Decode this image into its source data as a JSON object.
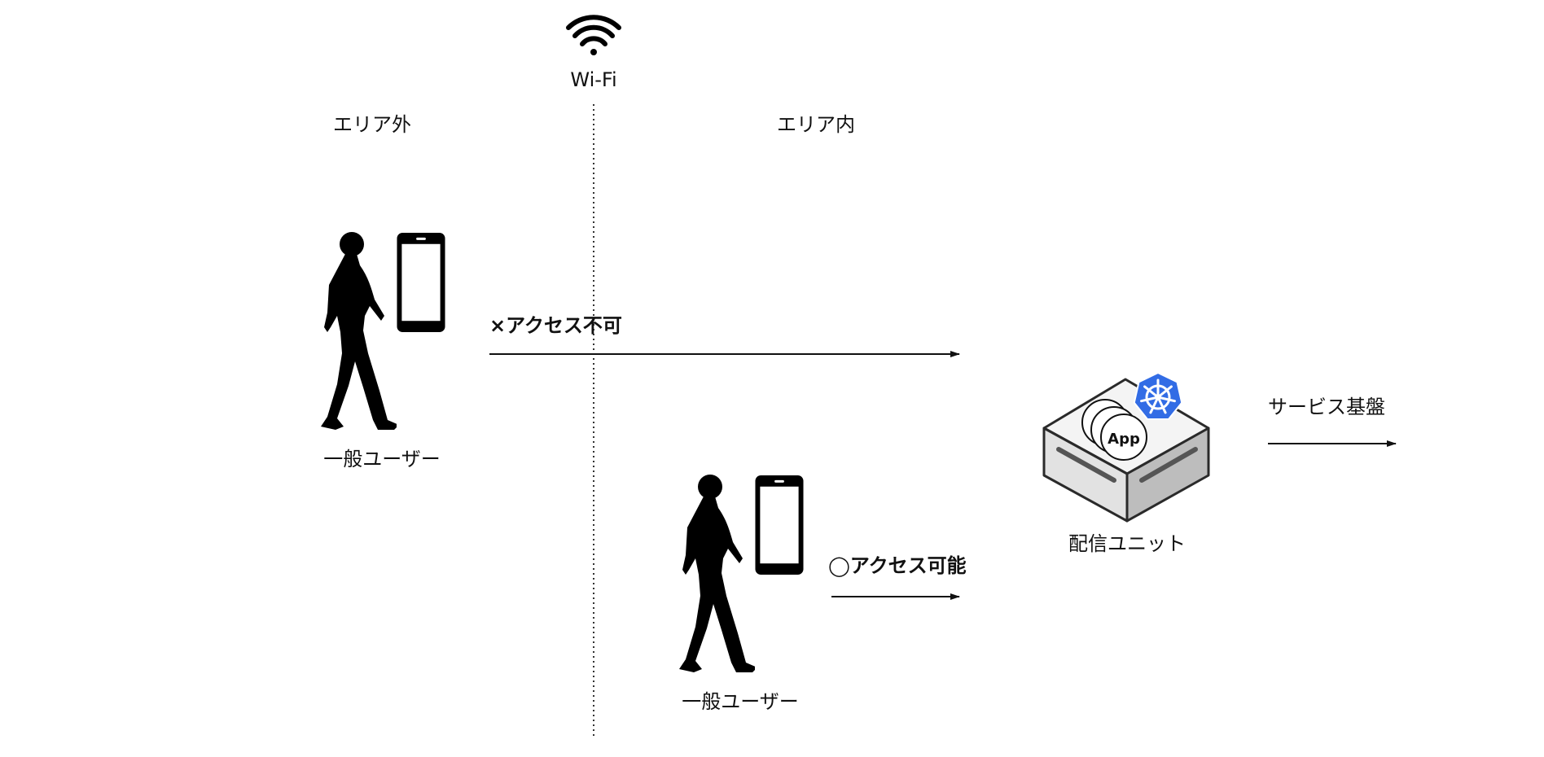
{
  "network": {
    "label": "Wi-Fi",
    "icon": "wifi-icon"
  },
  "zones": {
    "outside": "エリア外",
    "inside": "エリア内"
  },
  "users": {
    "outside": {
      "label": "一般ユーザー",
      "icon": "walking-person-icon",
      "device_icon": "smartphone-icon"
    },
    "inside": {
      "label": "一般ユーザー",
      "icon": "walking-person-icon",
      "device_icon": "smartphone-icon"
    }
  },
  "connections": {
    "denied": {
      "label": "×アクセス不可"
    },
    "allowed": {
      "label": "◯アクセス可能"
    },
    "platform": {
      "label": "サービス基盤"
    }
  },
  "delivery_unit": {
    "label": "配信ユニット",
    "app_label": "App",
    "icon": "kubernetes-icon",
    "server_icon": "server-box-icon"
  },
  "colors": {
    "line": "#111111",
    "kubernetes": "#326CE5",
    "box_top": "#f4f4f4",
    "box_left": "#e2e2e2",
    "box_right": "#bdbdbd"
  }
}
